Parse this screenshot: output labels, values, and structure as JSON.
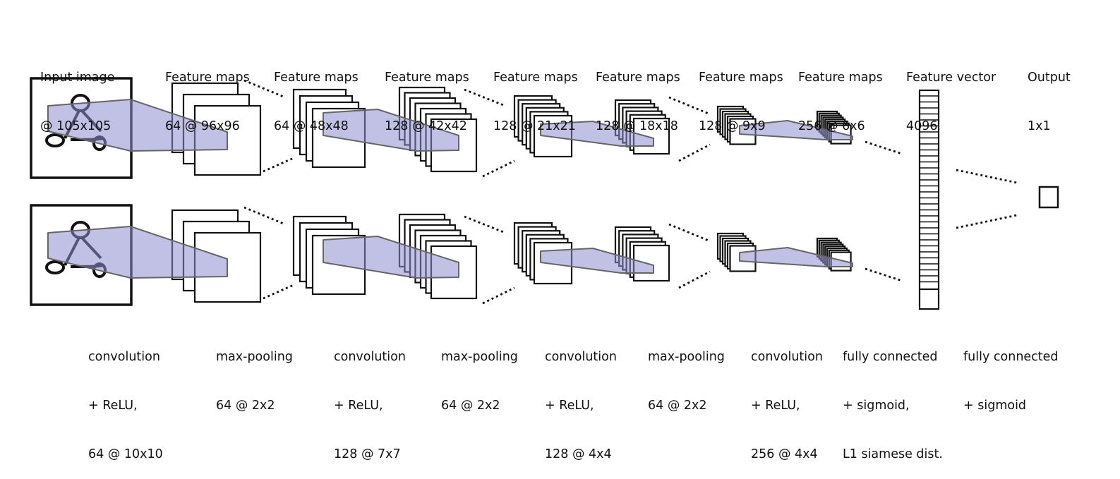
{
  "top_labels": [
    {
      "line1": "Input image",
      "line2": "@ 105x105"
    },
    {
      "line1": "Feature maps",
      "line2": "64 @ 96x96"
    },
    {
      "line1": "Feature maps",
      "line2": "64 @ 48x48"
    },
    {
      "line1": "Feature maps",
      "line2": "128 @ 42x42"
    },
    {
      "line1": "Feature maps",
      "line2": "128 @ 21x21"
    },
    {
      "line1": "Feature maps",
      "line2": "128 @ 18x18"
    },
    {
      "line1": "Feature maps",
      "line2": "128 @ 9x9"
    },
    {
      "line1": "Feature maps",
      "line2": "256 @ 6x6"
    },
    {
      "line1": "Feature vector",
      "line2": "4096"
    },
    {
      "line1": "Output",
      "line2": "1x1"
    }
  ],
  "bottom_labels": [
    {
      "line1": "convolution",
      "line2": "+ ReLU,",
      "line3": "64 @ 10x10"
    },
    {
      "line1": "max-pooling",
      "line2": "64 @ 2x2",
      "line3": ""
    },
    {
      "line1": "convolution",
      "line2": "+ ReLU,",
      "line3": "128 @ 7x7"
    },
    {
      "line1": "max-pooling",
      "line2": "64 @ 2x2",
      "line3": ""
    },
    {
      "line1": "convolution",
      "line2": "+ ReLU,",
      "line3": "128 @ 4x4"
    },
    {
      "line1": "max-pooling",
      "line2": "64 @ 2x2",
      "line3": ""
    },
    {
      "line1": "convolution",
      "line2": "+ ReLU,",
      "line3": "256 @ 4x4"
    },
    {
      "line1": "fully connected",
      "line2": "+ sigmoid,",
      "line3": "L1 siamese dist."
    },
    {
      "line1": "fully connected",
      "line2": "+ sigmoid",
      "line3": ""
    }
  ],
  "colors": {
    "kernel_fill": "#8e8ed0",
    "stroke": "#111111",
    "kernel_edge": "#666666"
  }
}
